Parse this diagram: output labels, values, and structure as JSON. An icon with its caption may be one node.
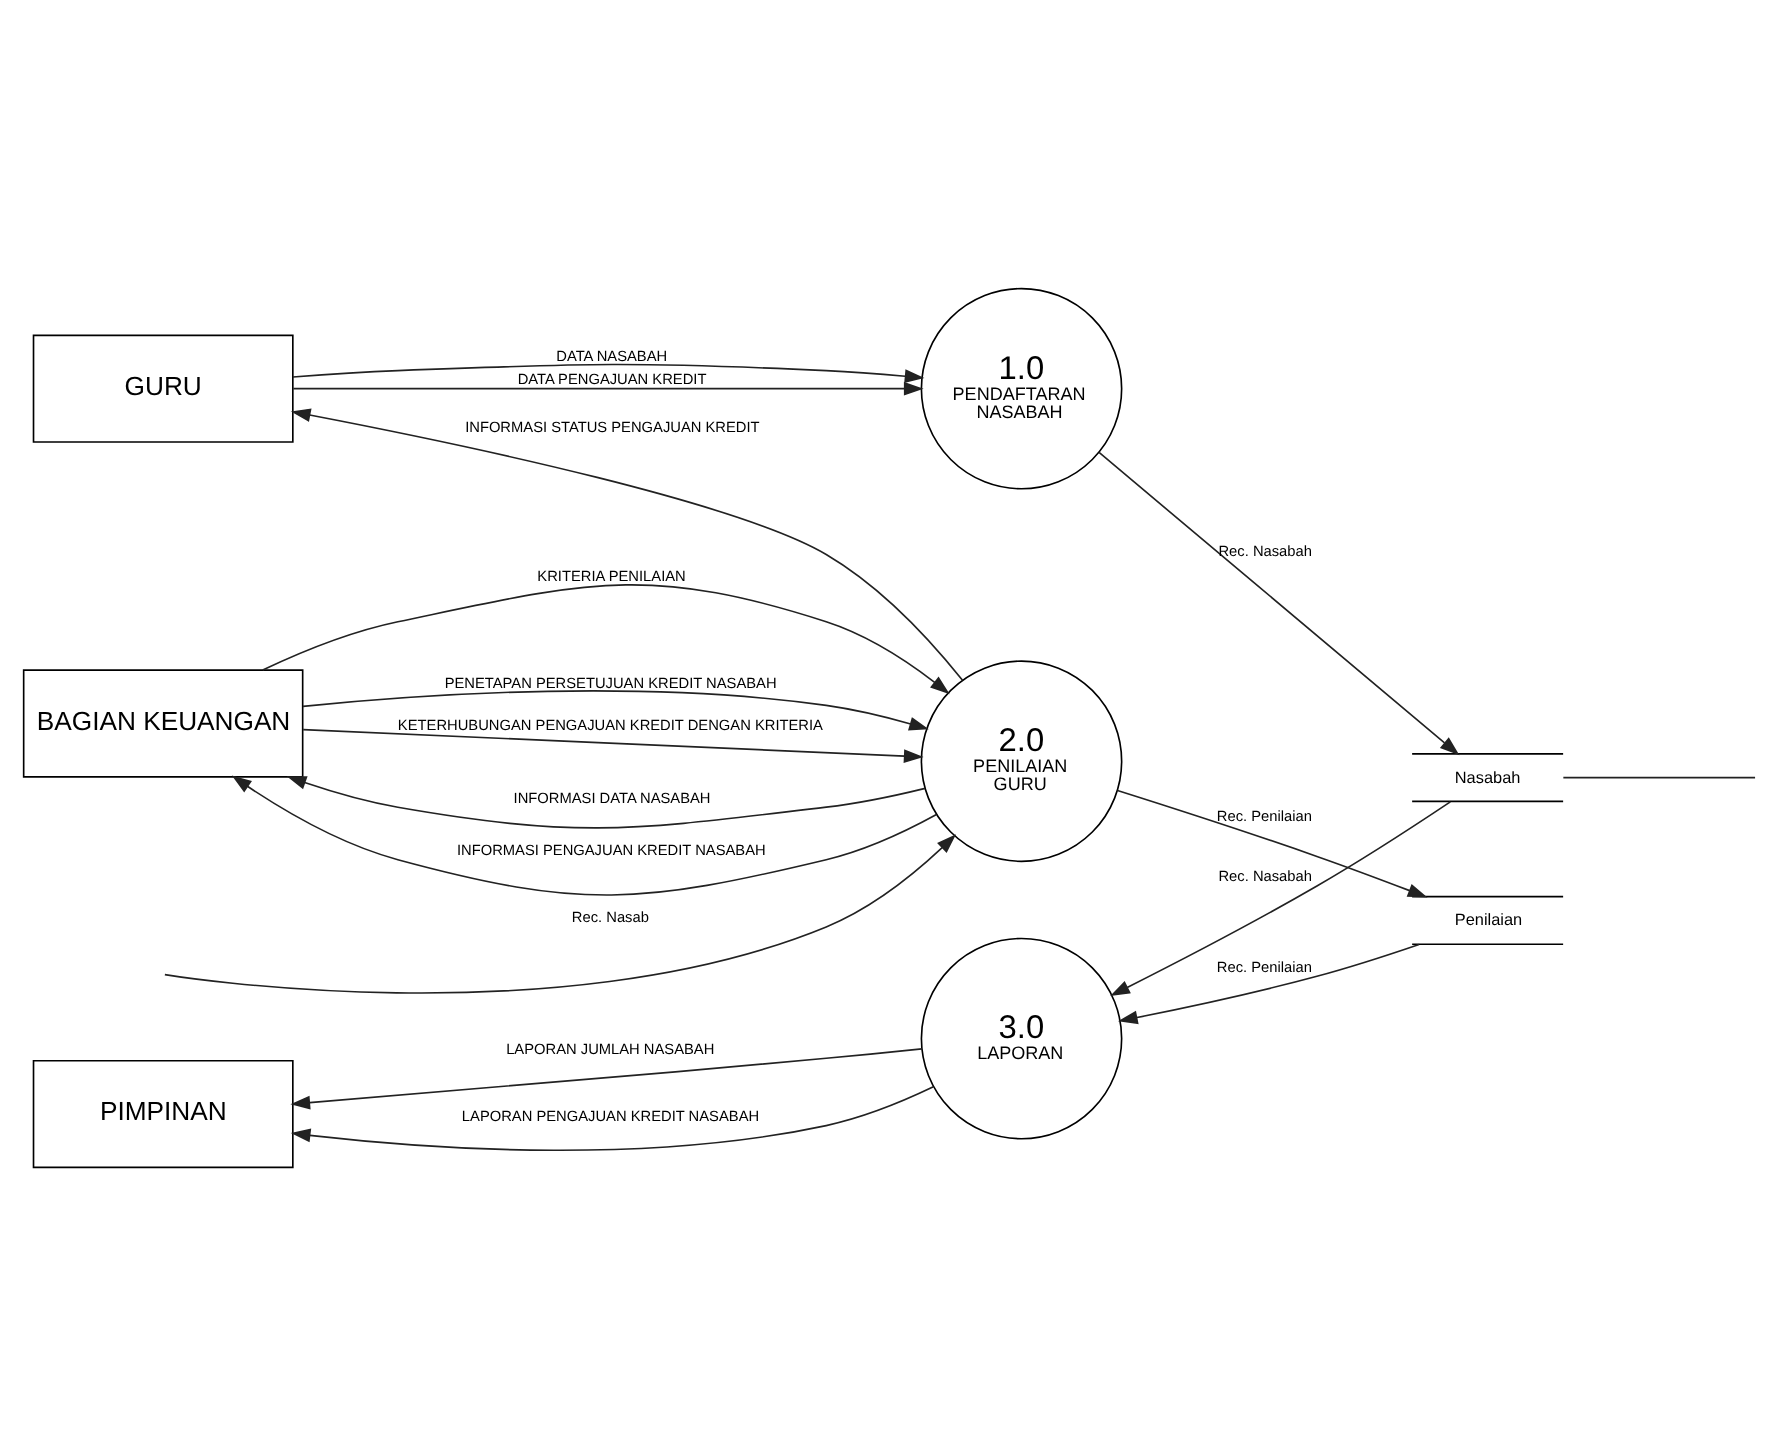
{
  "diagram": {
    "nodes": [
      {
        "text": [
          "GURU"
        ]
      },
      {
        "text": [
          "1.0",
          "PENDAFTARAN NASABAH"
        ]
      },
      {
        "text": [
          "Nasabah"
        ]
      },
      {
        "text": [
          "2.0",
          "PENILAIAN GURU"
        ]
      },
      {
        "text": [
          "BAGIAN KEUANGAN"
        ]
      },
      {
        "text": [
          "3.0",
          "LAPORAN"
        ]
      },
      {
        "text": [
          "PIMPINAN"
        ]
      },
      {
        "text": [
          "Penilaian"
        ]
      }
    ],
    "edges": [
      {
        "from": 0,
        "to": 1,
        "label": "DATA NASABAH",
        "arrow": "to"
      },
      {
        "from": 0,
        "to": 1,
        "label": "DATA PENGAJUAN KREDIT",
        "arrow": "to"
      },
      {
        "from": 1,
        "to": 2,
        "label": "Rec. Nasabah",
        "arrow": "to"
      },
      {
        "from": 2,
        "to": null,
        "arrow": "none"
      },
      {
        "from": 3,
        "to": 0,
        "label": "INFORMASI STATUS PENGAJUAN KREDIT",
        "arrow": "to"
      },
      {
        "from": 4,
        "to": 3,
        "label": "KRITERIA PENILAIAN",
        "arrow": "to"
      },
      {
        "from": 3,
        "to": 4,
        "label": "INFORMASI DATA NASABAH",
        "arrow": "to"
      },
      {
        "from": 4,
        "to": 3,
        "label": "KETERHUBUNGAN PENGAJUAN KREDIT DENGAN KRITERIA",
        "arrow": "to"
      },
      {
        "from": null,
        "to": 3,
        "label": "Rec. Nasab",
        "arrow": "to"
      },
      {
        "from": 3,
        "to": 4,
        "label": "INFORMASI PENGAJUAN KREDIT NASABAH",
        "arrow": "to"
      },
      {
        "from": 4,
        "to": 3,
        "label": "PENETAPAN PERSETUJUAN KREDIT NASABAH",
        "arrow": "to"
      },
      {
        "from": 2,
        "to": 5,
        "label": "Rec. Nasabah",
        "arrow": "to"
      },
      {
        "from": 3,
        "to": 7,
        "label": "Rec. Penilaian",
        "arrow": "to"
      },
      {
        "from": 5,
        "to": 6,
        "label": "LAPORAN JUMLAH NASABAH",
        "arrow": "to"
      },
      {
        "from": 7,
        "to": 5,
        "label": "Rec. Penilaian",
        "arrow": "to"
      },
      {
        "from": 5,
        "to": 6,
        "label": "LAPORAN PENGAJUAN KREDIT NASABAH",
        "arrow": "to"
      }
    ]
  }
}
